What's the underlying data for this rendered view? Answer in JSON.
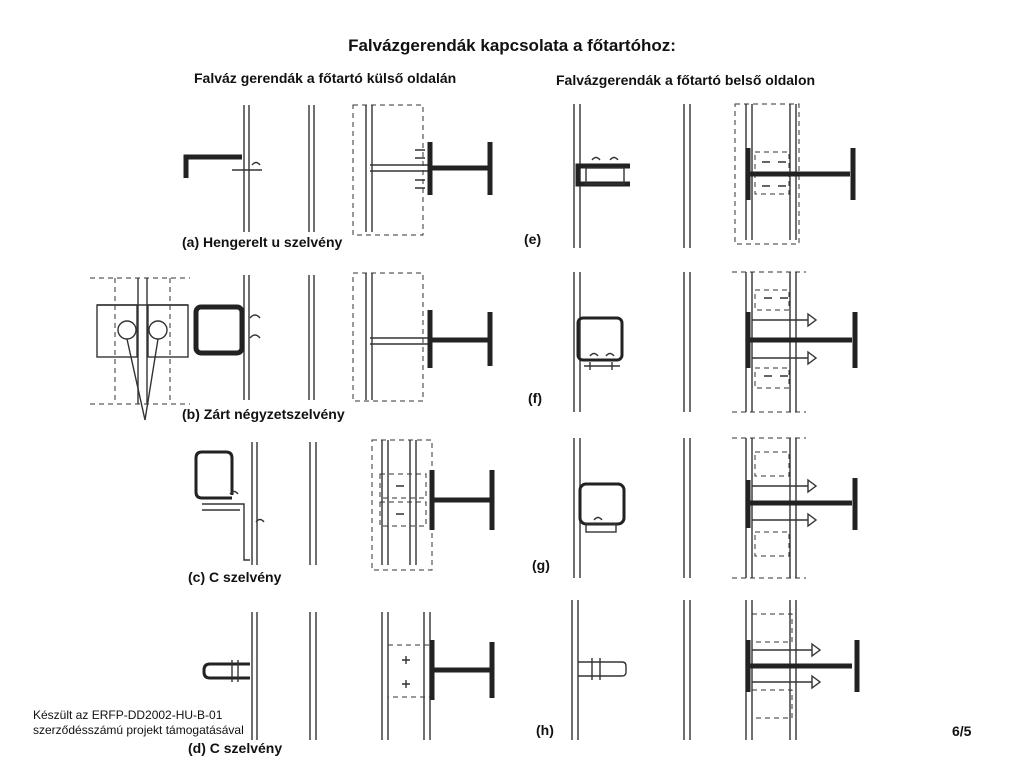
{
  "title": "Falvázgerendák kapcsolata a főtartóhoz:",
  "left_heading": "Falváz gerendák a főtartó külső oldalán",
  "right_heading": "Falvázgerendák a főtartó belső oldalon",
  "captions": {
    "a": "(a) Hengerelt u szelvény",
    "b": "(b) Zárt négyzetszelvény",
    "c": "(c) C szelvény",
    "d": "(d) C szelvény",
    "e": "(e)",
    "f": "(f)",
    "g": "(g)",
    "h": "(h)"
  },
  "footer": {
    "line1": "Készült az ERFP-DD2002-HU-B-01",
    "line2": "szerződésszámú projekt támogatásával"
  },
  "page_number": "6/5"
}
